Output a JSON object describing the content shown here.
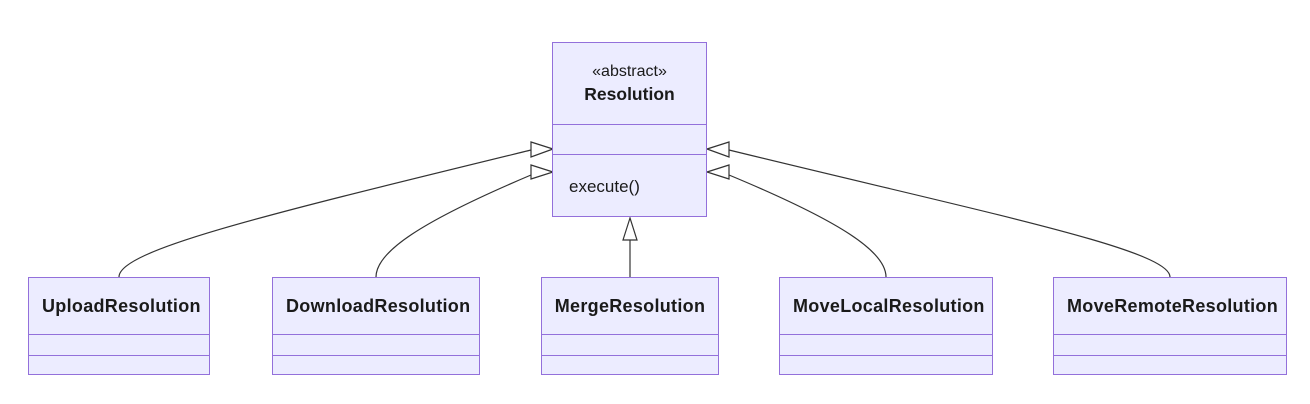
{
  "diagram": {
    "type": "uml-class-diagram",
    "colors": {
      "node_fill": "#ECECFF",
      "node_border": "#9370DB",
      "edge_color": "#333333",
      "arrowhead_fill": "#FFFFFF",
      "text_color": "#1A1A1A",
      "background": "#FFFFFF"
    },
    "parent": {
      "stereotype": "«abstract»",
      "name": "Resolution",
      "attributes": [],
      "methods": [
        "execute()"
      ]
    },
    "children": [
      {
        "name": "UploadResolution"
      },
      {
        "name": "DownloadResolution"
      },
      {
        "name": "MergeResolution"
      },
      {
        "name": "MoveLocalResolution"
      },
      {
        "name": "MoveRemoteResolution"
      }
    ],
    "edges": [
      {
        "from": "UploadResolution",
        "to": "Resolution",
        "type": "inheritance"
      },
      {
        "from": "DownloadResolution",
        "to": "Resolution",
        "type": "inheritance"
      },
      {
        "from": "MergeResolution",
        "to": "Resolution",
        "type": "inheritance"
      },
      {
        "from": "MoveLocalResolution",
        "to": "Resolution",
        "type": "inheritance"
      },
      {
        "from": "MoveRemoteResolution",
        "to": "Resolution",
        "type": "inheritance"
      }
    ]
  }
}
